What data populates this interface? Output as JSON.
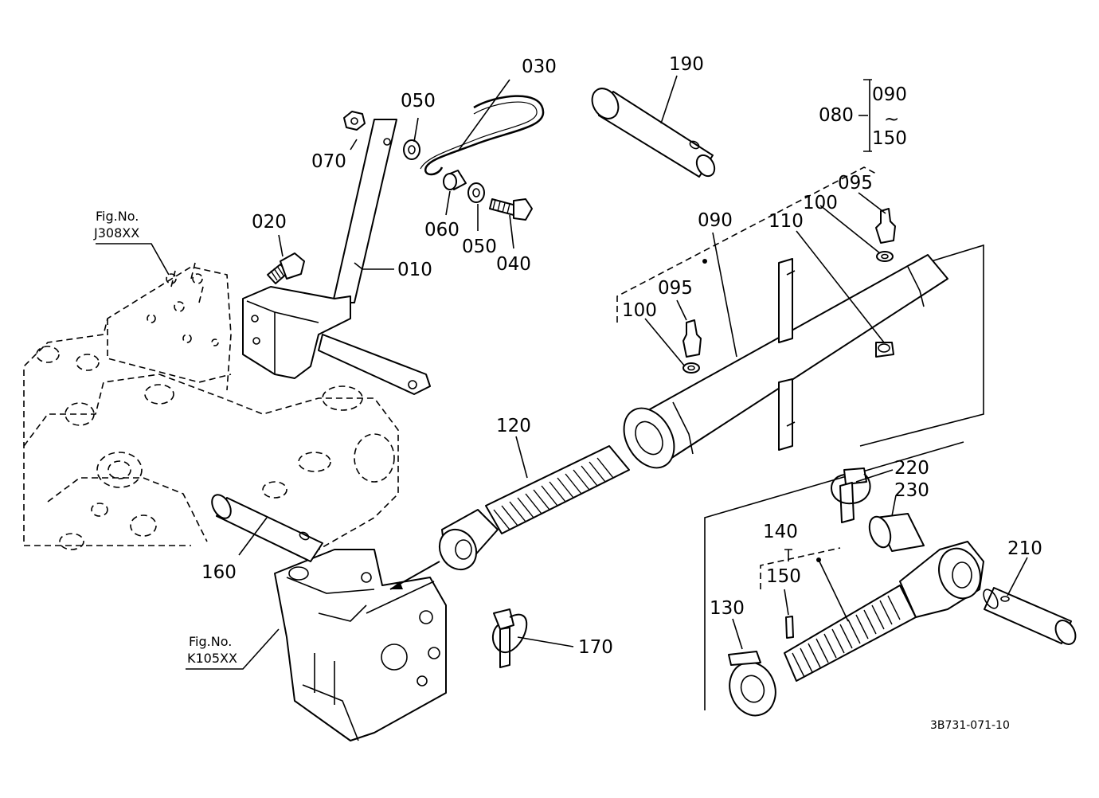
{
  "callouts": {
    "c010": "010",
    "c020": "020",
    "c030": "030",
    "c040": "040",
    "c050a": "050",
    "c050b": "050",
    "c060": "060",
    "c070": "070",
    "c080": "080",
    "c090a": "090",
    "c090b": "090",
    "c095a": "095",
    "c095b": "095",
    "c100a": "100",
    "c100b": "100",
    "c110": "110",
    "c120": "120",
    "c130": "130",
    "c140": "140",
    "c150a": "150",
    "c150b": "150",
    "c160": "160",
    "c170": "170",
    "c190": "190",
    "c210": "210",
    "c220": "220",
    "c230": "230",
    "range_tilde": "~"
  },
  "figure_refs": {
    "j308_line1": "Fig.No.",
    "j308_line2": "J308XX",
    "k105_line1": "Fig.No.",
    "k105_line2": "K105XX"
  },
  "drawing_code": "3B731-071-10"
}
